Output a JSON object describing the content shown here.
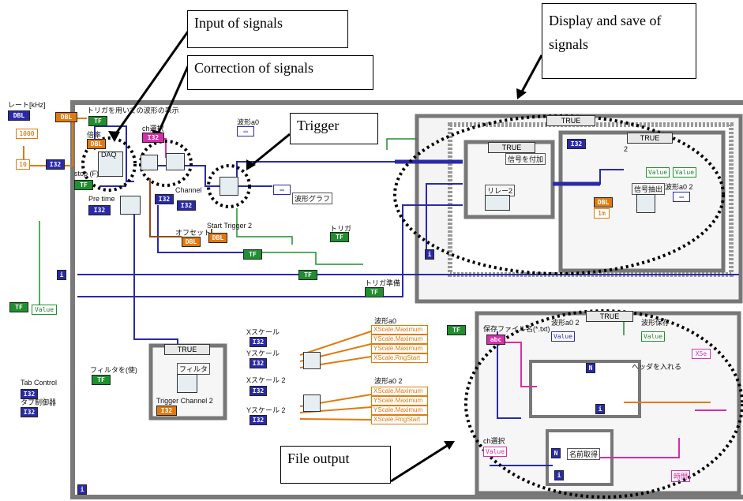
{
  "callouts": {
    "input": "Input of signals",
    "correction": "Correction of signals",
    "trigger": "Trigger",
    "display": "Display and save of signals",
    "file": "File output"
  },
  "labels": {
    "rate": "レート[kHz]",
    "rate_value": "1000",
    "ten": "10",
    "trigger_display": "トリガを用いての波形の表示",
    "multiplier": "倍率",
    "ch_select": "ch選択",
    "daq": "DAQ",
    "stop": "stop (F)",
    "pre_time": "Pre time",
    "channel": "Channel",
    "offset": "オフセット",
    "start_trigger": "Start Trigger 2",
    "waveform_a0": "波形a0",
    "waveform_graph": "波形グラフ",
    "trigger_jp": "トリガ",
    "trigger_ready": "トリガ準備",
    "add_signal": "信号を付加",
    "relay": "リレー2",
    "signal_output": "信号抽出",
    "waveform_a0_2": "波形a0 2",
    "one_m": "1m",
    "value": "Value",
    "two": "2",
    "case_true": "TRUE",
    "save_filename": "保存ファイル名(*.txt)",
    "waveform_save": "波形保存",
    "header_insert": "ヘッダを入れる",
    "x5e": "X5e",
    "name_get": "名前取得",
    "time": "時間",
    "ch_select2": "ch選択",
    "tab_control": "Tab Control",
    "tab_control_jp": "タブ制御器",
    "use_filter": "フィルタを(使)",
    "filter": "フィルタ",
    "trigger_channel_2": "Trigger Channel 2",
    "xscale": "Xスケール",
    "yscale": "Yスケール",
    "xscale2": "Xスケール 2",
    "yscale2": "Yスケール 2",
    "n": "N",
    "i": "i",
    "dbl": "DBL",
    "i32": "I32",
    "tf": "TF"
  },
  "properties": {
    "list1": [
      "XScale.Maximum",
      "YScale.Maximum",
      "YScale.Maximum",
      "XScale.RngStart"
    ],
    "list2": [
      "XScale.Maximum",
      "YScale.Maximum",
      "YScale.Maximum",
      "XScale.RngStart"
    ]
  }
}
